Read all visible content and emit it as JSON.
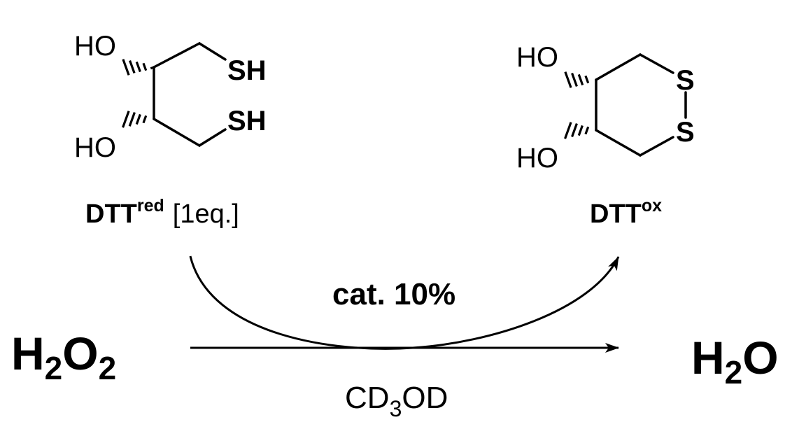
{
  "reactant": {
    "oh_top": "HO",
    "oh_bottom": "HO",
    "sh_top": "SH",
    "sh_bottom": "SH",
    "name": "DTT",
    "superscript": "red",
    "amount": "[1eq.]"
  },
  "product": {
    "oh_top": "HO",
    "oh_bottom": "HO",
    "s_top": "S",
    "s_bottom": "S",
    "name": "DTT",
    "superscript": "ox"
  },
  "condition": {
    "catalyst": "cat. 10%",
    "solvent_main": "CD",
    "solvent_sub": "3",
    "solvent_tail": "OD"
  },
  "substrate": {
    "h": "H",
    "sub1": "2",
    "o": "O",
    "sub2": "2"
  },
  "final_product": {
    "h": "H",
    "sub": "2",
    "o": "O"
  }
}
